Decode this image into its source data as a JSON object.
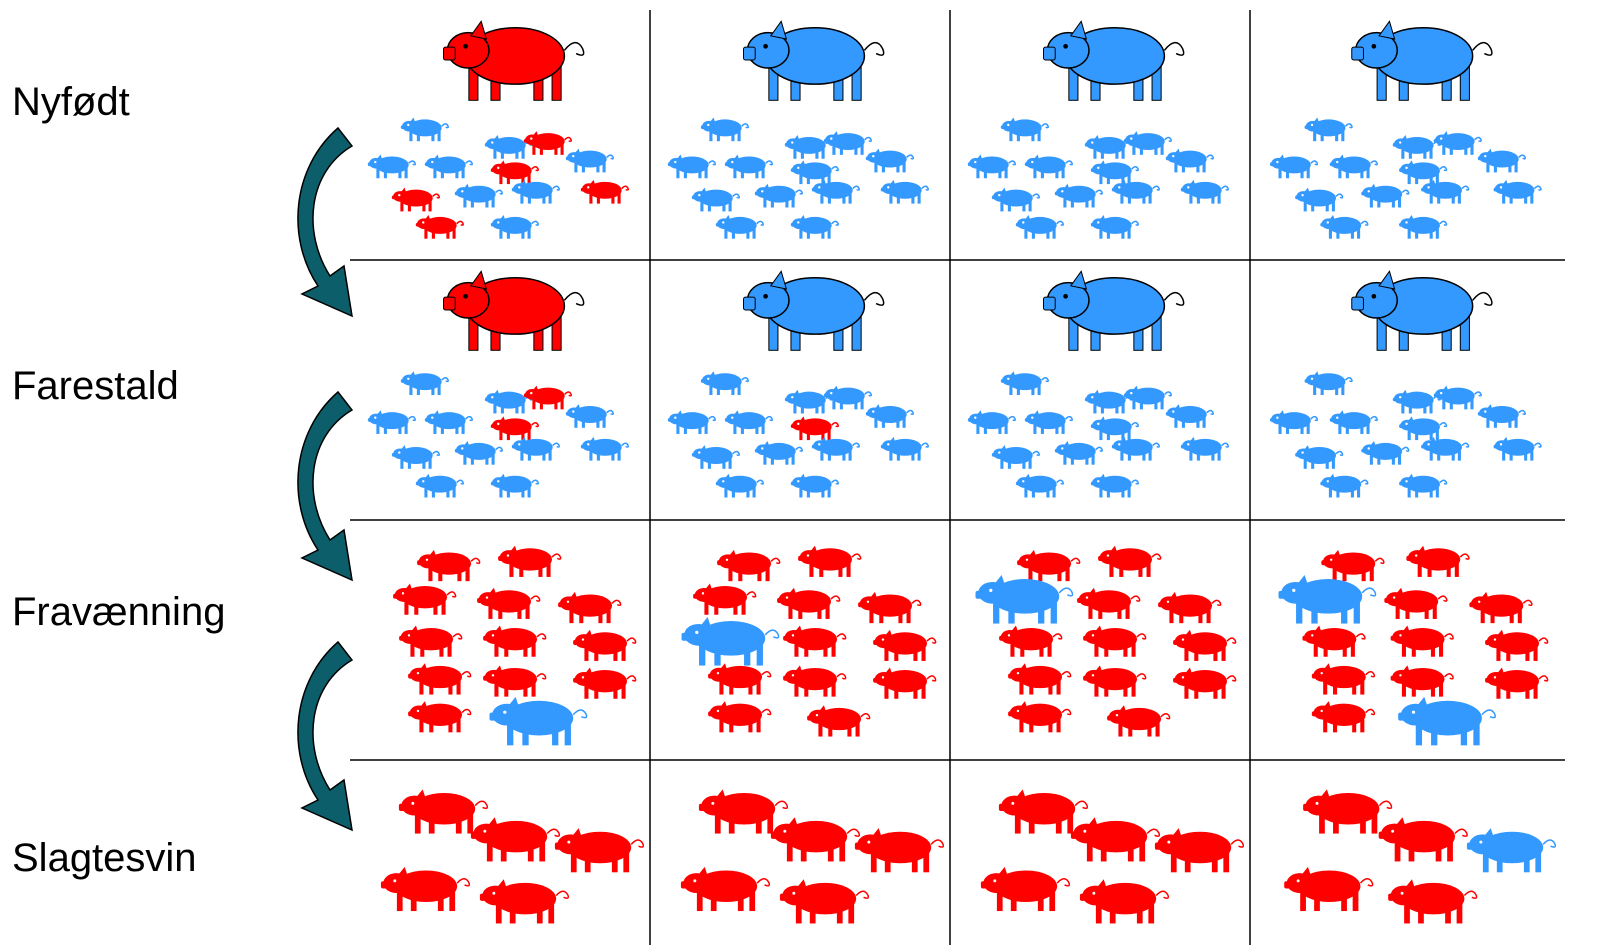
{
  "colors": {
    "red": "#ff0000",
    "blue": "#3399ff",
    "arrow_fill": "#0c5f6a",
    "grid_line": "#000000"
  },
  "stage_labels": [
    "Nyfødt",
    "Farestald",
    "Fravænning",
    "Slagtesvin"
  ],
  "stage_rows": [
    {
      "stage": "Nyfødt",
      "has_sow": true,
      "piglet_size": "small",
      "cells": [
        {
          "sow_color": "red",
          "pigs": [
            "blue",
            "blue",
            "red",
            "blue",
            "blue",
            "red",
            "blue",
            "red",
            "blue",
            "blue",
            "red",
            "red",
            "blue"
          ]
        },
        {
          "sow_color": "blue",
          "pigs": [
            "blue",
            "blue",
            "blue",
            "blue",
            "blue",
            "blue",
            "blue",
            "blue",
            "blue",
            "blue",
            "blue",
            "blue",
            "blue"
          ]
        },
        {
          "sow_color": "blue",
          "pigs": [
            "blue",
            "blue",
            "blue",
            "blue",
            "blue",
            "blue",
            "blue",
            "blue",
            "blue",
            "blue",
            "blue",
            "blue",
            "blue"
          ]
        },
        {
          "sow_color": "blue",
          "pigs": [
            "blue",
            "blue",
            "blue",
            "blue",
            "blue",
            "blue",
            "blue",
            "blue",
            "blue",
            "blue",
            "blue",
            "blue",
            "blue"
          ]
        }
      ]
    },
    {
      "stage": "Farestald",
      "has_sow": true,
      "piglet_size": "small",
      "cells": [
        {
          "sow_color": "red",
          "pigs": [
            "blue",
            "blue",
            "red",
            "blue",
            "blue",
            "red",
            "blue",
            "blue",
            "blue",
            "blue",
            "blue",
            "blue",
            "blue"
          ]
        },
        {
          "sow_color": "blue",
          "pigs": [
            "blue",
            "blue",
            "blue",
            "blue",
            "blue",
            "red",
            "blue",
            "blue",
            "blue",
            "blue",
            "blue",
            "blue",
            "blue"
          ]
        },
        {
          "sow_color": "blue",
          "pigs": [
            "blue",
            "blue",
            "blue",
            "blue",
            "blue",
            "blue",
            "blue",
            "blue",
            "blue",
            "blue",
            "blue",
            "blue",
            "blue"
          ]
        },
        {
          "sow_color": "blue",
          "pigs": [
            "blue",
            "blue",
            "blue",
            "blue",
            "blue",
            "blue",
            "blue",
            "blue",
            "blue",
            "blue",
            "blue",
            "blue",
            "blue"
          ]
        }
      ]
    },
    {
      "stage": "Fravænning",
      "has_sow": false,
      "piglet_size": "medium",
      "cells": [
        {
          "pigs": [
            "red",
            "red",
            "red",
            "red",
            "red",
            "red",
            "red",
            "red",
            "red",
            "red",
            "red",
            "red",
            "blue"
          ]
        },
        {
          "pigs": [
            "red",
            "red",
            "red",
            "red",
            "red",
            "blue",
            "red",
            "red",
            "red",
            "red",
            "red",
            "red",
            "red"
          ]
        },
        {
          "pigs": [
            "red",
            "red",
            "blue",
            "red",
            "red",
            "red",
            "red",
            "red",
            "red",
            "red",
            "red",
            "red",
            "red"
          ]
        },
        {
          "pigs": [
            "red",
            "red",
            "blue",
            "red",
            "red",
            "red",
            "red",
            "red",
            "red",
            "red",
            "red",
            "red",
            "blue"
          ]
        }
      ]
    },
    {
      "stage": "Slagtesvin",
      "has_sow": false,
      "piglet_size": "large",
      "cells": [
        {
          "pigs": [
            "red",
            "red",
            "red",
            "red",
            "red"
          ]
        },
        {
          "pigs": [
            "red",
            "red",
            "red",
            "red",
            "red"
          ]
        },
        {
          "pigs": [
            "red",
            "red",
            "red",
            "red",
            "red"
          ]
        },
        {
          "pigs": [
            "red",
            "red",
            "blue",
            "red",
            "red"
          ]
        }
      ]
    }
  ]
}
